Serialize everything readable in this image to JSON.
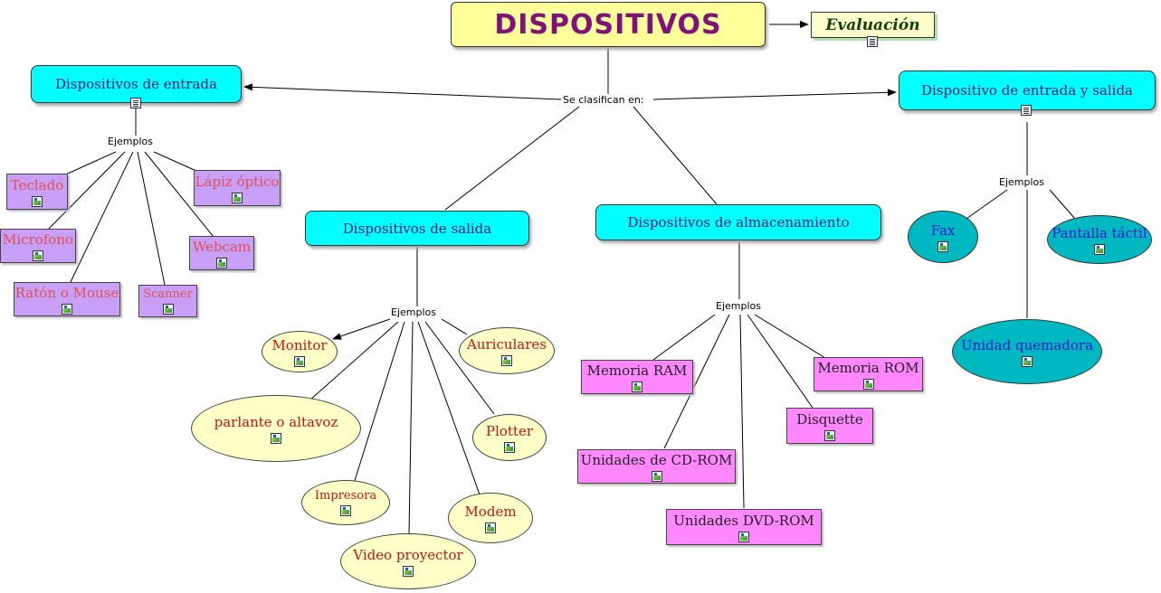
{
  "title": "DISPOSITIVOS",
  "evaluation": "Evaluación",
  "clasifican": "Se clasifican en:",
  "ejemplos": "Ejemplos",
  "categories": {
    "entrada": "Dispositivos de entrada",
    "salida": "Dispositivos de salida",
    "almacenamiento": "Dispositivos de almacenamiento",
    "entrada_salida": "Dispositivo de entrada y salida"
  },
  "entrada_items": [
    "Teclado",
    "Microfono",
    "Ratón o Mouse",
    "Scanner",
    "Webcam",
    "Lápiz óptico"
  ],
  "salida_items": [
    "Monitor",
    "parlante o altavoz",
    "Impresora",
    "Video proyector",
    "Modem",
    "Plotter",
    "Auriculares"
  ],
  "almacenamiento_items": [
    "Memoria RAM",
    "Unidades de CD-ROM",
    "Unidades DVD-ROM",
    "Disquette",
    "Memoria ROM"
  ],
  "entrada_salida_items": [
    "Fax",
    "Pantalla táctil",
    "Unidad quemadora"
  ],
  "colors": {
    "category": "#00ffff",
    "entrada_item": "#c8a0f8",
    "salida_item": "#ffffc8",
    "almacenamiento_item": "#ff88ff",
    "es_item": "#00b8c0",
    "title_bg": "#ffff99",
    "title_text": "#80107a"
  },
  "icons": {
    "resource": "image-resource-icon",
    "document": "document-icon"
  }
}
